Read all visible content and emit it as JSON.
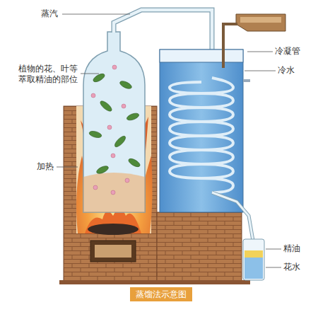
{
  "diagram": {
    "caption": "蒸馏法示意图",
    "labels": [
      "蒸汽",
      "植物的花、叶等 萃取精油的部位",
      "加热",
      "冷凝管",
      "冷水",
      "精油",
      "花水"
    ]
  }
}
